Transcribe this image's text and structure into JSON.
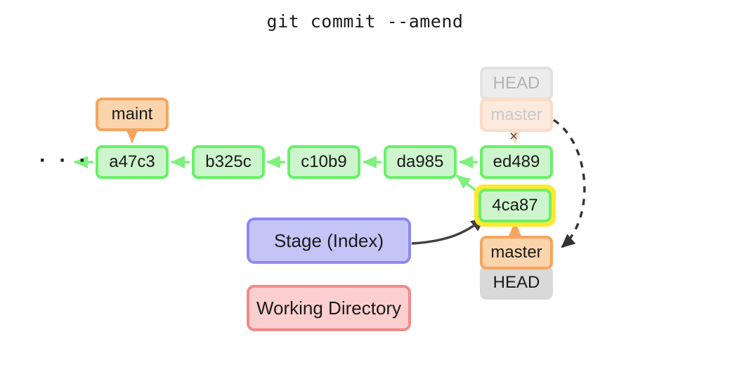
{
  "diagram": {
    "title": "git commit --amend",
    "ellipsis": "· · ·",
    "strike_marker": "×",
    "colors": {
      "commit_fill": "#cdf5cd",
      "commit_border": "#6af06a",
      "branch_fill": "#fad4ac",
      "branch_border": "#f5a55f",
      "head_fill": "#d9d9d9",
      "stage_fill": "#c5c4f7",
      "stage_border": "#8d8af0",
      "working_dir_fill": "#fbcfcf",
      "working_dir_border": "#f28a8a",
      "highlight": "#ffe92b",
      "faded_head_fill": "#ececec",
      "faded_branch_fill": "#fdeade",
      "arrow_dark": "#404040"
    }
  },
  "commits": [
    {
      "id": "a47c3",
      "label": "a47c3"
    },
    {
      "id": "b325c",
      "label": "b325c"
    },
    {
      "id": "c10b9",
      "label": "c10b9"
    },
    {
      "id": "da985",
      "label": "da985"
    },
    {
      "id": "ed489",
      "label": "ed489"
    },
    {
      "id": "4ca87",
      "label": "4ca87"
    }
  ],
  "refs": {
    "maint": "maint",
    "old_head": "HEAD",
    "old_master": "master",
    "new_master": "master",
    "new_head": "HEAD"
  },
  "areas": {
    "stage": "Stage (Index)",
    "working_directory": "Working Directory"
  }
}
